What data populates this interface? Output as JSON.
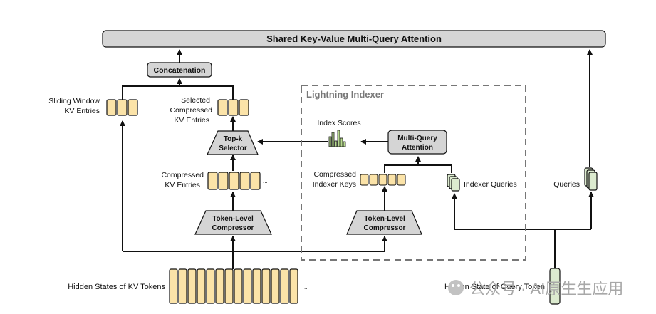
{
  "diagram": {
    "top_bar": "Shared Key-Value Multi-Query Attention",
    "concatenation": "Concatenation",
    "sliding_window_label": [
      "Sliding Window",
      "KV Entries"
    ],
    "selected_label": [
      "Selected",
      "Compressed",
      "KV Entries"
    ],
    "topk_selector": [
      "Top-k",
      "Selector"
    ],
    "compressed_label": [
      "Compressed",
      "KV Entries"
    ],
    "token_compressor": [
      "Token-Level",
      "Compressor"
    ],
    "hidden_kv": "Hidden States of KV Tokens",
    "indexer_title": "Lightning Indexer",
    "index_scores": "Index Scores",
    "mqa": [
      "Multi-Query",
      "Attention"
    ],
    "indexer_keys_label": [
      "Compressed",
      "Indexer Keys"
    ],
    "indexer_queries": "Indexer Queries",
    "queries": "Queries",
    "hidden_query": "Hidden State of Query Token",
    "ellipsis": "..."
  },
  "watermark": {
    "text": "公众号 · AI原生生应用"
  },
  "colors": {
    "kv_fill": "#fbe3a8",
    "query_fill": "#dcebcf",
    "gray_box": "#d5d5d5",
    "bar_green": "#b7d98f",
    "line": "#111111"
  }
}
